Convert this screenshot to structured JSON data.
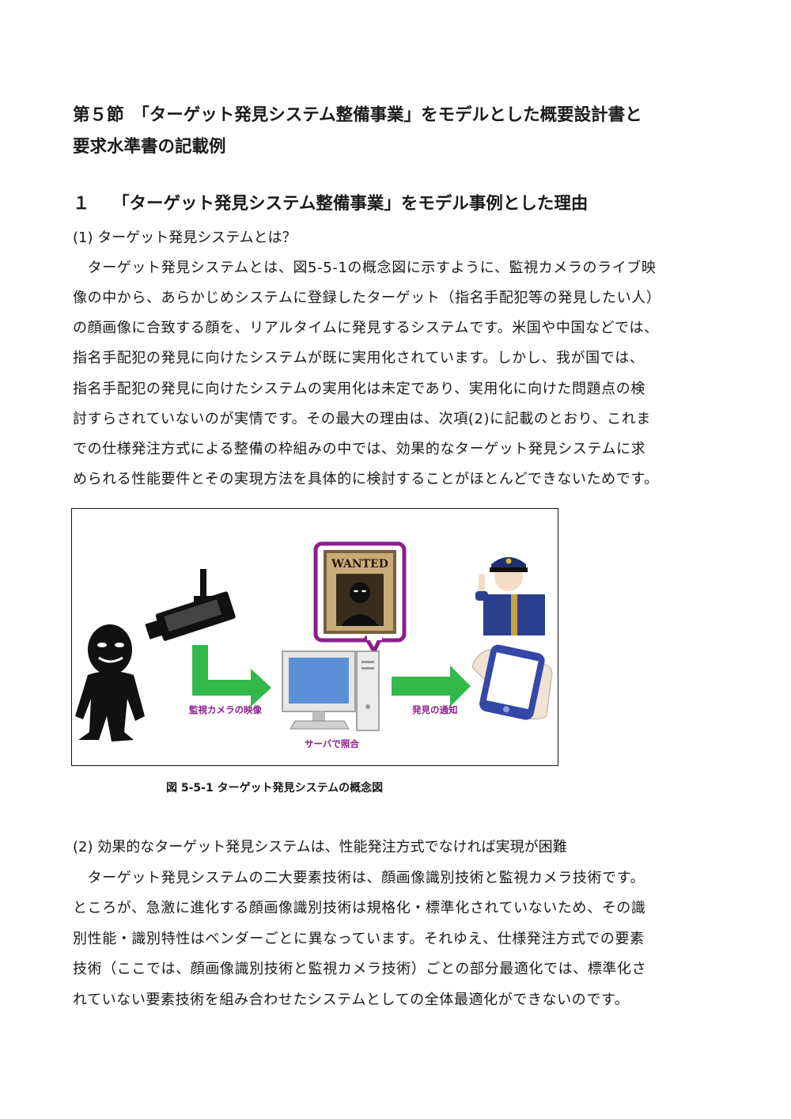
{
  "section": {
    "title_line1": "第５節　「ターゲット発見システム整備事業」をモデルとした概要設計書と",
    "title_line2": "要求水準書の記載例"
  },
  "subsection": {
    "number": "１",
    "title": "「ターゲット発見システム整備事業」をモデル事例とした理由"
  },
  "item1": {
    "heading": "(1) ターゲット発見システムとは？",
    "lines": [
      "　ターゲット発見システムとは、図5-5-1の概念図に示すように、監視カメラのライブ映",
      "像の中から、あらかじめシステムに登録したターゲット（指名手配犯等の発見したい人）",
      "の顔画像に合致する顔を、リアルタイムに発見するシステムです。米国や中国などでは、",
      "指名手配犯の発見に向けたシステムが既に実用化されています。しかし、我が国では、",
      "指名手配犯の発見に向けたシステムの実用化は未定であり、実用化に向けた問題点の検",
      "討すらされていないのが実情です。その最大の理由は、次項(2)に記載のとおり、これま",
      "での仕様発注方式による整備の枠組みの中では、効果的なターゲット発見システムに求",
      "められる性能要件とその実現方法を具体的に検討することがほとんどできないためです。"
    ]
  },
  "figure": {
    "wanted_text": "WANTED",
    "label_camera": "監視カメラの映像",
    "label_server": "サーバで照合",
    "label_notify": "発見の通知",
    "caption": "図 5-5-1  ターゲット発見システムの概念図",
    "colors": {
      "arrow": "#35b84a",
      "label": "#8a1f8a",
      "bubble_border": "#8a1f8a",
      "screen": "#5b8fd8"
    }
  },
  "item2": {
    "heading": "(2) 効果的なターゲット発見システムは、性能発注方式でなければ実現が困難",
    "lines": [
      "　ターゲット発見システムの二大要素技術は、顔画像識別技術と監視カメラ技術です。",
      "ところが、急激に進化する顔画像識別技術は規格化・標準化されていないため、その識",
      "別性能・識別特性はベンダーごとに異なっています。それゆえ、仕様発注方式での要素",
      "技術（ここでは、顔画像識別技術と監視カメラ技術）ごとの部分最適化では、標準化さ",
      "れていない要素技術を組み合わせたシステムとしての全体最適化ができないのです。"
    ]
  }
}
